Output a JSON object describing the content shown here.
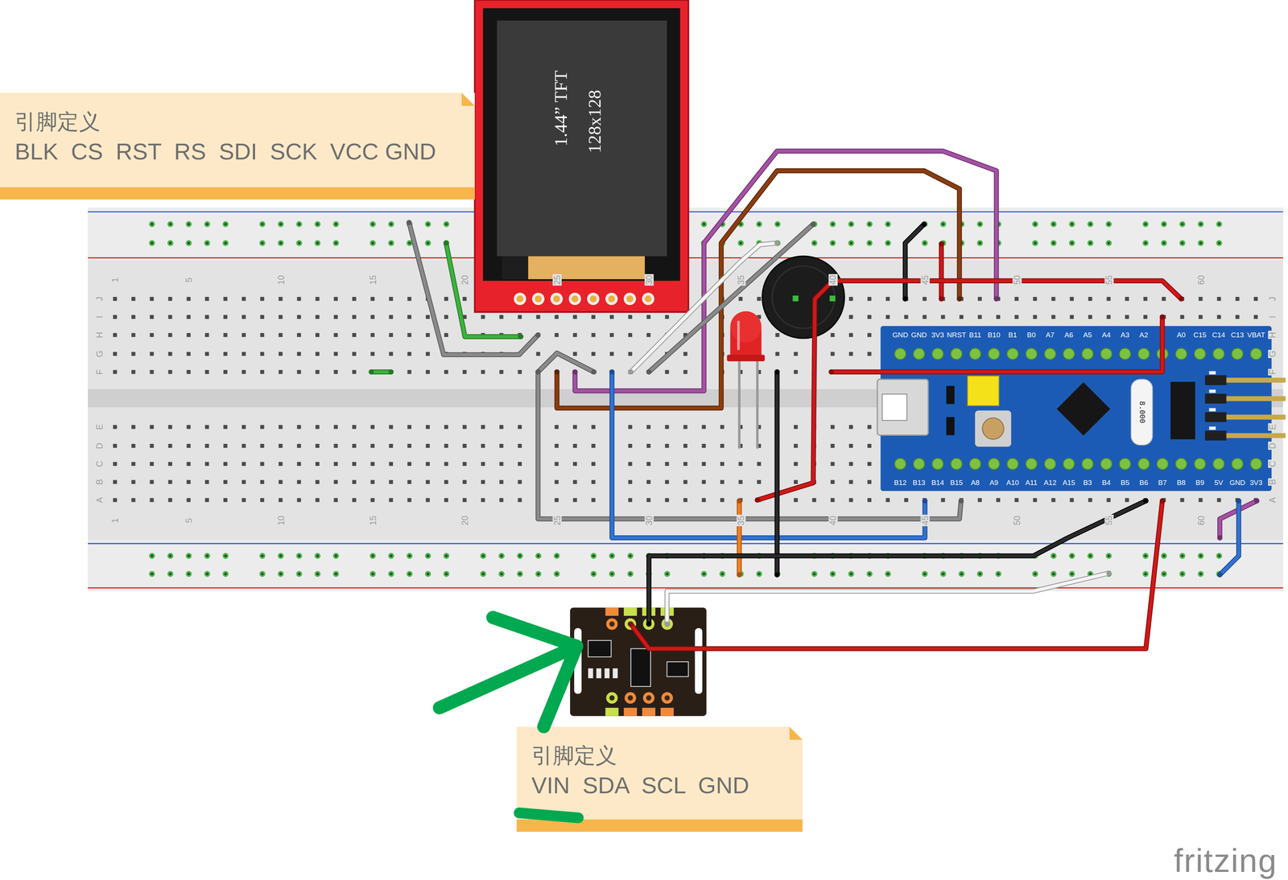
{
  "diagram": {
    "nodes": [
      {
        "text": [
          "引脚定义",
          "BLK  CS  RST  RS  SDI  SCK  VCC GND"
        ]
      },
      {
        "text": [
          "1.44” TFT",
          "128x128"
        ]
      },
      {
        "text": [
          "引脚定义",
          "VIN  SDA  SCL  GND"
        ]
      }
    ],
    "labels": [
      "1",
      "5",
      "10",
      "15",
      "20",
      "25",
      "30",
      "35",
      "40",
      "45",
      "50",
      "55",
      "60",
      "1",
      "5",
      "10",
      "15",
      "20",
      "25",
      "30",
      "35",
      "40",
      "45",
      "50",
      "55",
      "60",
      "J",
      "I",
      "H",
      "G",
      "F",
      "E",
      "D",
      "C",
      "B",
      "A",
      "J",
      "I",
      "H",
      "G",
      "F",
      "E",
      "D",
      "C",
      "B",
      "A",
      "GND",
      "GND",
      "3V3",
      "NRST",
      "B11",
      "B10",
      "B1",
      "B0",
      "A7",
      "A6",
      "A5",
      "A4",
      "A3",
      "A2",
      "A0",
      "C15",
      "C14",
      "C13",
      "VBAT",
      "B12",
      "B13",
      "B14",
      "B15",
      "A8",
      "A9",
      "A10",
      "A11",
      "A12",
      "A15",
      "B3",
      "B4",
      "B5",
      "B6",
      "B7",
      "B8",
      "B9",
      "5V",
      "GND",
      "3V3",
      "8.000",
      "fritzing"
    ]
  }
}
